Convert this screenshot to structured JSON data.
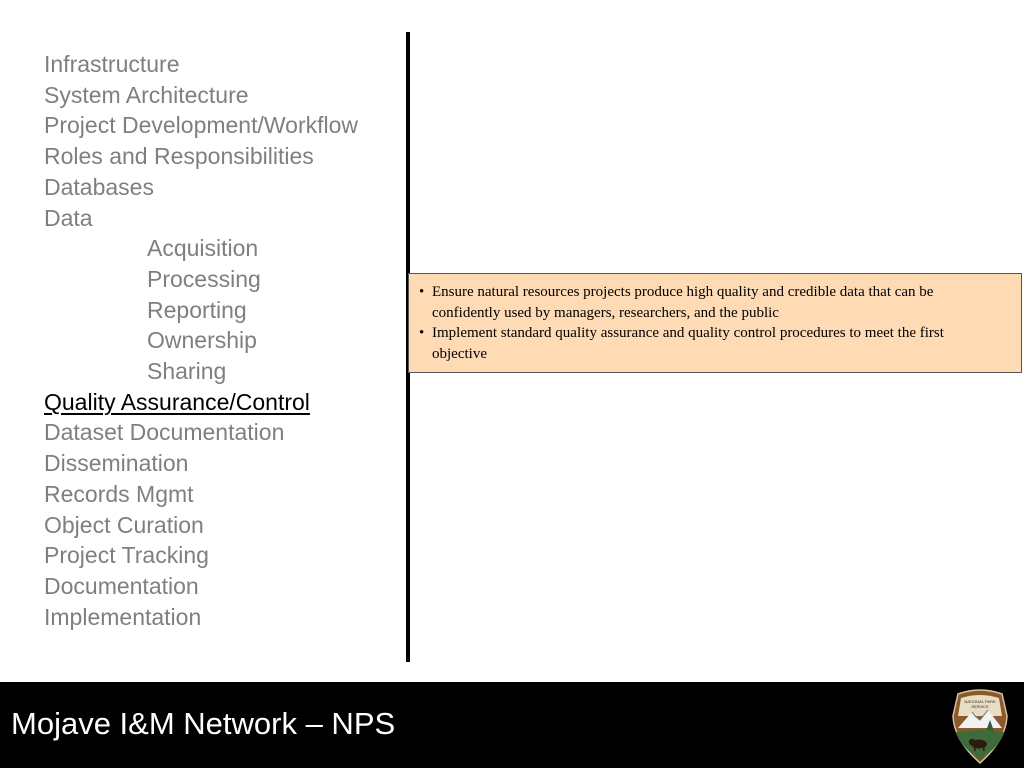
{
  "nav": {
    "items": [
      {
        "label": "Infrastructure"
      },
      {
        "label": "System Architecture"
      },
      {
        "label": "Project Development/Workflow"
      },
      {
        "label": "Roles and Responsibilities"
      },
      {
        "label": "Databases"
      },
      {
        "label": "Data"
      },
      {
        "label": "Acquisition"
      },
      {
        "label": "Processing"
      },
      {
        "label": "Reporting"
      },
      {
        "label": "Ownership"
      },
      {
        "label": "Sharing"
      },
      {
        "label": "Quality Assurance/Control"
      },
      {
        "label": "Dataset Documentation"
      },
      {
        "label": "Dissemination"
      },
      {
        "label": "Records Mgmt"
      },
      {
        "label": "Object Curation"
      },
      {
        "label": "Project Tracking"
      },
      {
        "label": "Documentation"
      },
      {
        "label": "Implementation"
      }
    ]
  },
  "callout": {
    "bullets": [
      {
        "text": "Ensure natural resources projects produce high quality and credible data that can be confidently used by managers, researchers, and the public"
      },
      {
        "text": "Implement standard quality assurance and quality control procedures to meet the first objective"
      }
    ]
  },
  "footer": {
    "title": "Mojave I&M Network – NPS"
  },
  "logo": {
    "icon": "nps-arrowhead-icon",
    "text": "NATIONAL PARK SERVICE"
  },
  "colors": {
    "nav_text": "#7f7f7f",
    "nav_active": "#000000",
    "callout_bg": "#ffdbb5",
    "footer_bg": "#000000",
    "footer_text": "#ffffff"
  }
}
